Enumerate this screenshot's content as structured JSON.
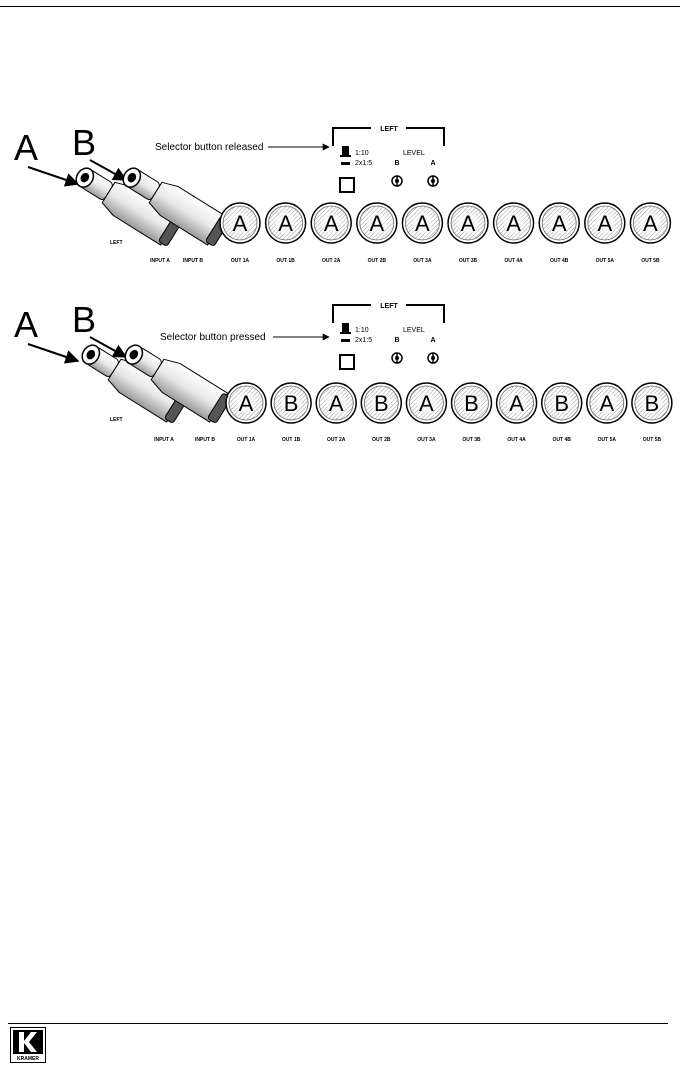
{
  "diagrams": [
    {
      "id": "released",
      "big_letters": [
        "A",
        "B"
      ],
      "callout": "Selector button released",
      "panel_title": "LEFT",
      "ratio_1": "1:10",
      "ratio_2": "2x1:5",
      "level_label": "LEVEL",
      "level_b": "B",
      "level_a": "A",
      "plug_label": "LEFT",
      "input_labels": [
        "INPUT A",
        "INPUT B"
      ],
      "outputs": [
        "A",
        "A",
        "A",
        "A",
        "A",
        "A",
        "A",
        "A",
        "A",
        "A"
      ],
      "output_labels": [
        "OUT 1A",
        "OUT 1B",
        "OUT 2A",
        "OUT 2B",
        "OUT 3A",
        "OUT 3B",
        "OUT 4A",
        "OUT 4B",
        "OUT 5A",
        "OUT 5B"
      ]
    },
    {
      "id": "pressed",
      "big_letters": [
        "A",
        "B"
      ],
      "callout": "Selector button pressed",
      "panel_title": "LEFT",
      "ratio_1": "1:10",
      "ratio_2": "2x1:5",
      "level_label": "LEVEL",
      "level_b": "B",
      "level_a": "A",
      "plug_label": "LEFT",
      "input_labels": [
        "INPUT A",
        "INPUT B"
      ],
      "outputs": [
        "A",
        "B",
        "A",
        "B",
        "A",
        "B",
        "A",
        "B",
        "A",
        "B"
      ],
      "output_labels": [
        "OUT 1A",
        "OUT 1B",
        "OUT 2A",
        "OUT 2B",
        "OUT 3A",
        "OUT 3B",
        "OUT 4A",
        "OUT 4B",
        "OUT 5A",
        "OUT 5B"
      ]
    }
  ],
  "footer": {
    "logo_text": "KRAMER",
    "logo_icon": "kramer-k-logo-icon"
  }
}
